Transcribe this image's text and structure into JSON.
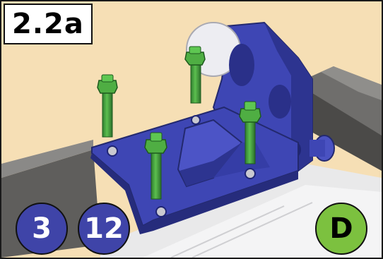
{
  "step": {
    "label": "2.2a"
  },
  "quantities": [
    {
      "value": "3"
    },
    {
      "value": "12"
    }
  ],
  "part_letter": {
    "value": "D"
  },
  "colors": {
    "background": "#f6dfb5",
    "bracket": "#3e46b4",
    "screw": "#3f9e3c",
    "badge_blue": "#3f44a8",
    "badge_green": "#7cc13f",
    "rail": "#6f6e6c"
  },
  "icons": [
    "mounting-bracket-icon",
    "screw-icon",
    "rail-icon"
  ]
}
